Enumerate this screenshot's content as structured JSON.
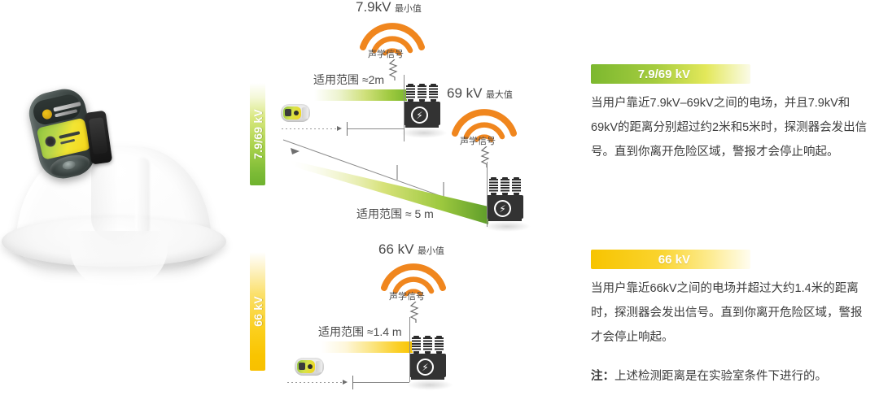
{
  "product": {
    "alt_name": "safety-helmet-with-voltage-detector"
  },
  "scales": [
    {
      "id": "green",
      "label": "7.9/69 kV"
    },
    {
      "id": "yellow",
      "label": "66 kV"
    }
  ],
  "diagram": {
    "upper": {
      "source_a": {
        "value": "7.9kV",
        "qualifier": "最小值",
        "signal_label": "声学信号",
        "range_label": "适用范围 ≈2m"
      },
      "source_b": {
        "value": "69 kV",
        "qualifier": "最大值",
        "signal_label": "声学信号",
        "range_label": "适用范围 ≈ 5 m"
      }
    },
    "lower": {
      "source_a": {
        "value": "66 kV",
        "qualifier": "最小值",
        "signal_label": "声学信号",
        "range_label": "适用范围 ≈1.4 m"
      }
    }
  },
  "panel": {
    "blocks": [
      {
        "chip_label": "7.9/69 kV",
        "chip_style": "green",
        "body": "当用户靠近7.9kV–69kV之间的电场，并且7.9kV和69kV的距离分别超过约2米和5米时，探测器会发出信号。直到你离开危险区域，警报才会停止响起。"
      },
      {
        "chip_label": "66 kV",
        "chip_style": "yellow",
        "body": "当用户靠近66kV之间的电场并超过大约1.4米的距离时，探测器会发出信号。直到你离开危险区域，警报才会停止响起。"
      }
    ],
    "note_prefix": "注：",
    "note_body": "上述检测距离是在实验室条件下进行的。"
  },
  "colors": {
    "green": "#7cb82f",
    "yellow": "#f9c400",
    "orange": "#f0861e",
    "dark": "#333333",
    "text": "#3c3c3c"
  }
}
